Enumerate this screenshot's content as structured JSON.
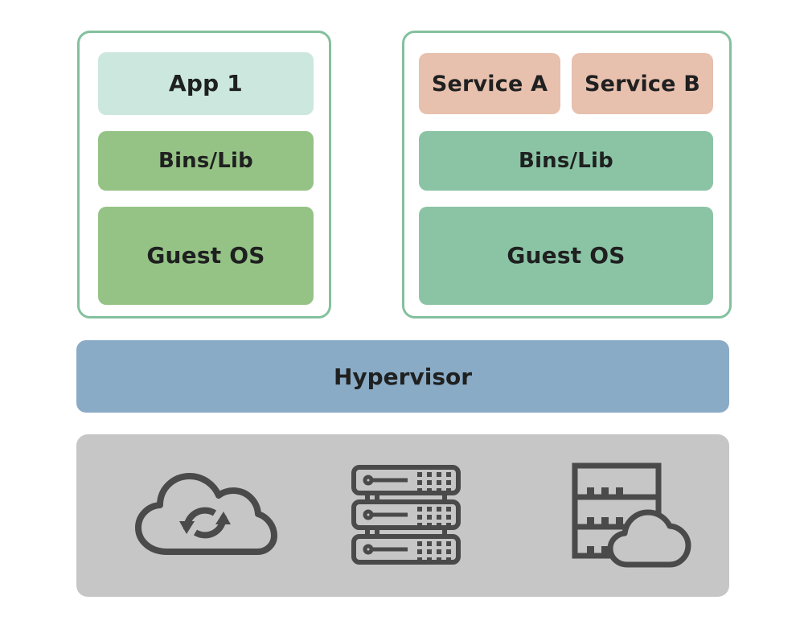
{
  "diagram": {
    "title": "Virtual machine architecture stack",
    "vms": [
      {
        "name": "vm-left",
        "layers": [
          {
            "label": "App 1",
            "role": "application",
            "color": "#cbe7de"
          },
          {
            "label": "Bins/Lib",
            "role": "libraries",
            "color": "#95c386"
          },
          {
            "label": "Guest OS",
            "role": "guest-os",
            "color": "#95c386"
          }
        ]
      },
      {
        "name": "vm-right",
        "layers": [
          {
            "label": "Service A",
            "role": "application",
            "color": "#e7c0ae"
          },
          {
            "label": "Service B",
            "role": "application",
            "color": "#e7c0ae"
          },
          {
            "label": "Bins/Lib",
            "role": "libraries",
            "color": "#8bc4a5"
          },
          {
            "label": "Guest OS",
            "role": "guest-os",
            "color": "#8bc4a5"
          }
        ]
      }
    ],
    "hypervisor": {
      "label": "Hypervisor",
      "color": "#8aabc6"
    },
    "infrastructure": {
      "label": "",
      "color": "#c6c6c6",
      "icons": [
        {
          "name": "cloud-sync-icon",
          "meaning": "cloud with sync arrows"
        },
        {
          "name": "server-rack-icon",
          "meaning": "stacked server units"
        },
        {
          "name": "rack-cloud-icon",
          "meaning": "storage rack with cloud"
        }
      ]
    },
    "colors": {
      "vm_border": "#84c09e",
      "app_mint": "#cbe7de",
      "green": "#95c386",
      "teal_green": "#8bc4a5",
      "salmon": "#e7c0ae",
      "hypervisor_blue": "#8aabc6",
      "infra_gray": "#c6c6c6",
      "icon_stroke": "#4a4a4a",
      "text": "#1f2020"
    }
  }
}
